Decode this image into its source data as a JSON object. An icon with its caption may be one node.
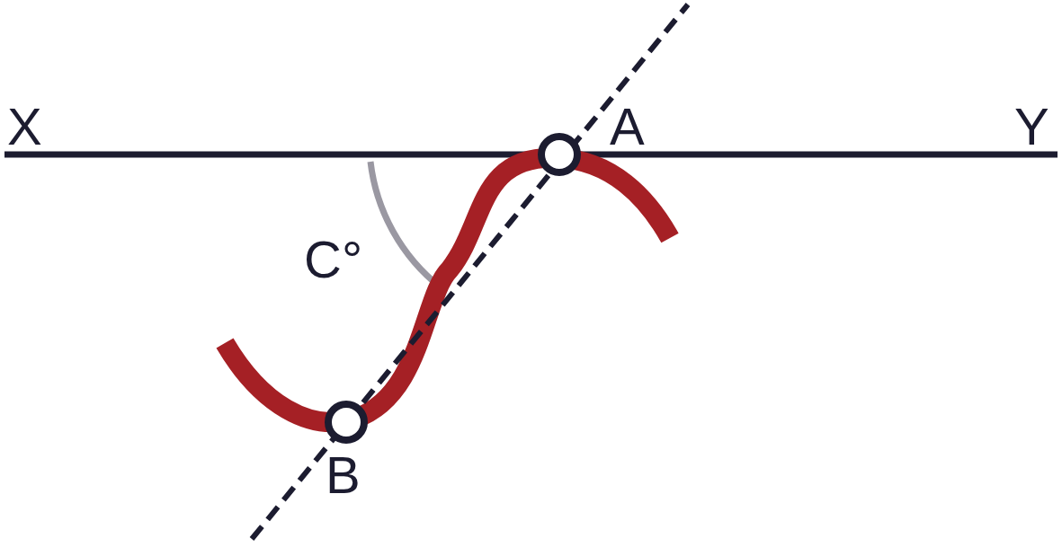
{
  "diagram": {
    "labels": [
      "X",
      "A",
      "Y",
      "C°",
      "B"
    ]
  }
}
